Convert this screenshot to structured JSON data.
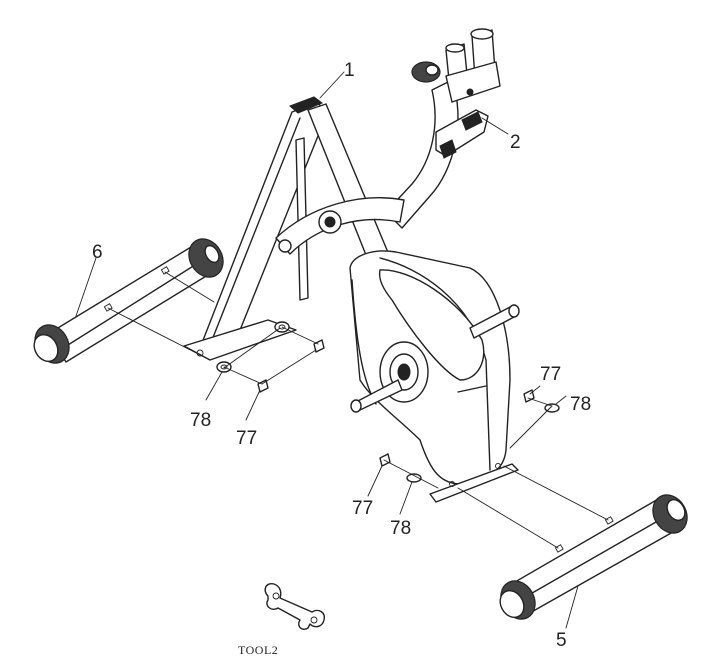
{
  "callouts": {
    "part_1": "1",
    "part_2": "2",
    "part_5": "5",
    "part_6": "6",
    "washer_78_left": "78",
    "nut_77_left": "77",
    "nut_77_right_top": "77",
    "washer_78_right_top": "78",
    "nut_77_right_bottom": "77",
    "washer_78_right_bottom": "78"
  },
  "tool": {
    "label": "TOOL2"
  }
}
